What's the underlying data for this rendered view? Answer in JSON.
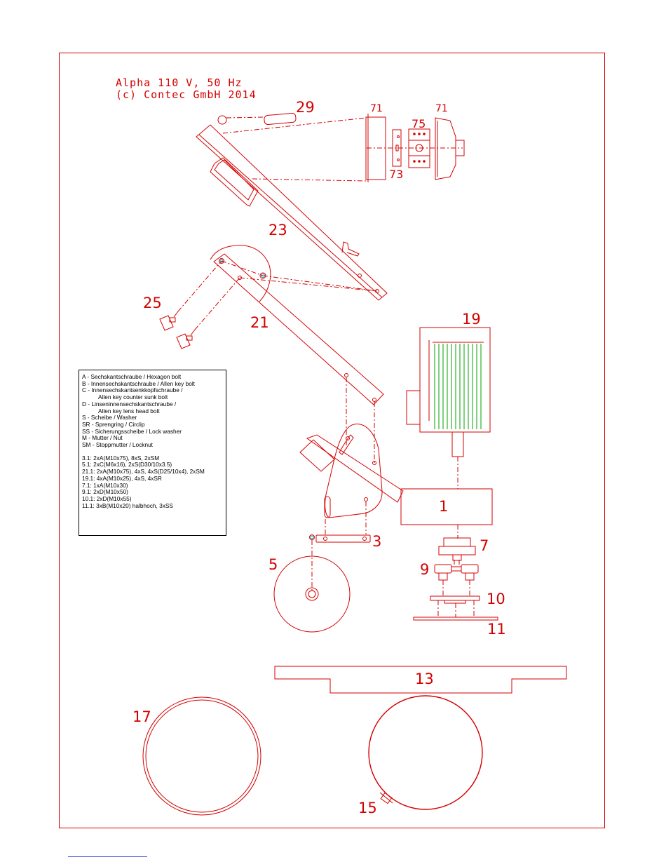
{
  "title": {
    "line1": "Alpha 110 V, 50 Hz",
    "line2": "(c) Contec GmbH 2014"
  },
  "colors": {
    "drawing": "#d40000",
    "green": "#00a000",
    "cyan": "#00a0c0",
    "legend_border": "#000000",
    "footer_line": "#3050d0"
  },
  "part_numbers": {
    "p1": "1",
    "p3": "3",
    "p5": "5",
    "p7": "7",
    "p9": "9",
    "p10": "10",
    "p11": "11",
    "p13": "13",
    "p15": "15",
    "p17": "17",
    "p19": "19",
    "p21": "21",
    "p23": "23",
    "p25": "25",
    "p29": "29",
    "p71a": "71",
    "p71b": "71",
    "p73": "73",
    "p75": "75"
  },
  "legend": {
    "abbreviations": [
      "A  -  Sechskantschraube / Hexagon bolt",
      "B  -  Innensechskantschraube / Allen key bolt",
      "C  -  Innensechskantsenkkopfschraube /",
      "        Allen key counter sunk bolt",
      "D  -  Linseninnensechskantschraube /",
      "        Allen key lens head bolt",
      "S  -  Scheibe / Washer",
      "SR - Sprengring / Circlip",
      "SS - Sicherungsscheibe / Lock washer",
      "M  -  Mutter / Nut",
      "SM - Stoppmutter / Locknut"
    ],
    "fasteners": [
      "3.1:   2xA(M10x75), 8xS, 2xSM",
      "5.1:   2xC(M6x16), 2xS(D30/10x3.5)",
      "21.1: 2xA(M10x75), 4xS, 4xS(D25/10x4), 2xSM",
      "19.1: 4xA(M10x25), 4xS, 4xSR",
      "7.1:   1xA(M10x30)",
      "9.1:   2xD(M10x50)",
      "10.1: 2xD(M10x55)",
      "11.1: 3xB(M10x20) halbhoch, 3xSS"
    ]
  }
}
